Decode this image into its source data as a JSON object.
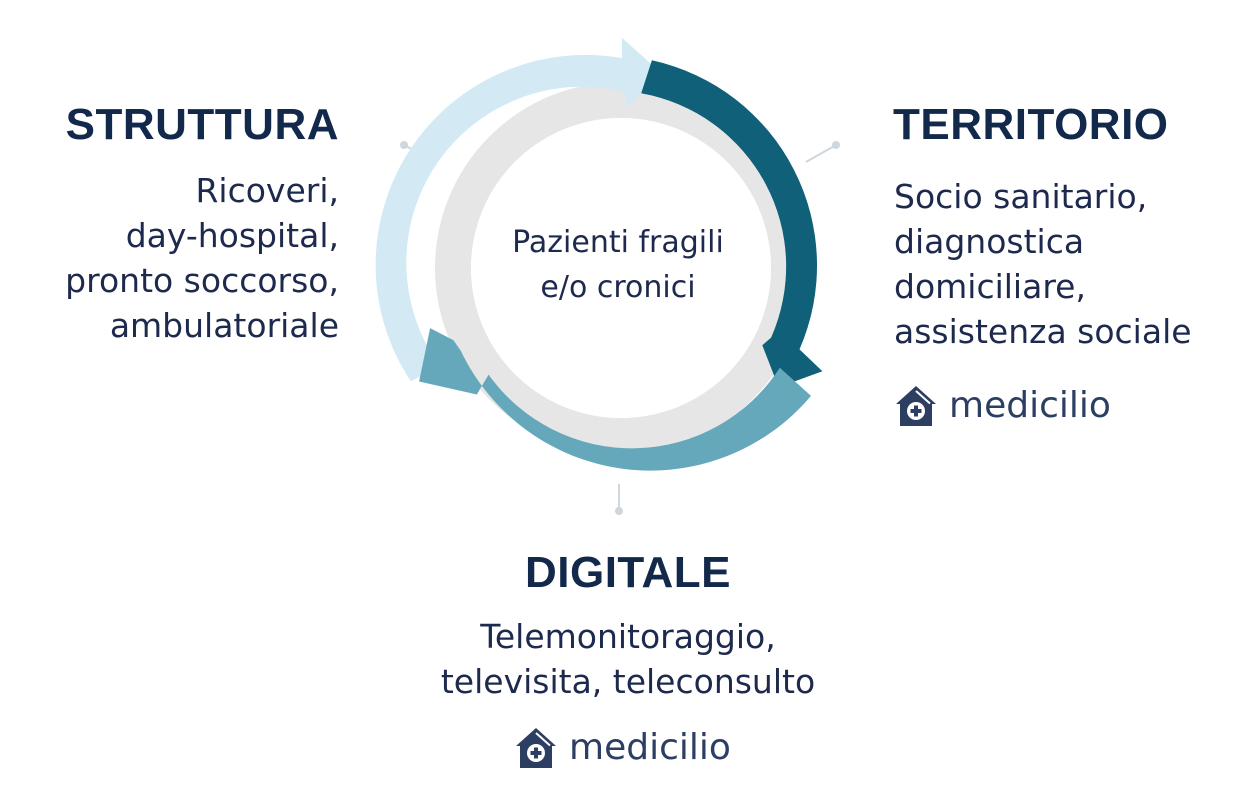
{
  "center": {
    "lines": [
      "Pazienti fragili",
      "e/o cronici"
    ]
  },
  "struttura": {
    "title": "STRUTTURA",
    "lines": [
      "Ricoveri,",
      "day-hospital,",
      "pronto soccorso,",
      "ambulatoriale"
    ]
  },
  "territorio": {
    "title": "TERRITORIO",
    "lines": [
      "Socio sanitario,",
      "diagnostica",
      "domiciliare,",
      "assistenza sociale"
    ],
    "logo_text": "medicilio"
  },
  "digitale": {
    "title": "DIGITALE",
    "lines": [
      "Telemonitoraggio,",
      "televisita, teleconsulto"
    ],
    "logo_text": "medicilio"
  },
  "icons": {
    "logo": "house-medical-cross-icon"
  },
  "colors": {
    "navy_text": "#13294b",
    "arrow_light": "#d3eaf4",
    "arrow_dark": "#0f6078",
    "arrow_mid": "#66a8bb",
    "inner_ring": "#e6e6e6",
    "logo": "#2d3e63"
  }
}
